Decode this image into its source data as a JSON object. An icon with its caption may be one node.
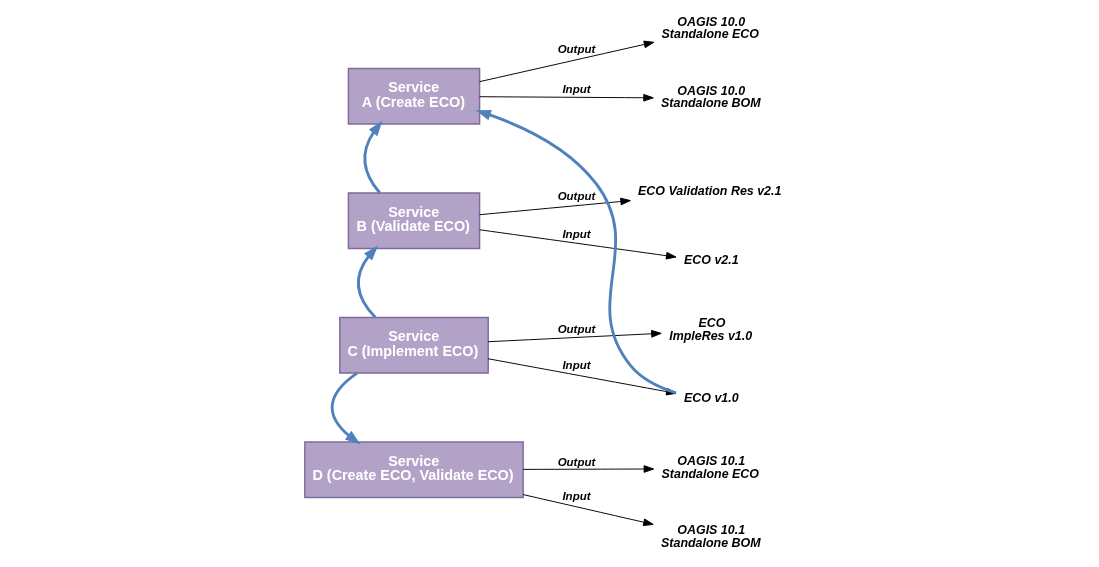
{
  "diagram": {
    "nodes": [
      {
        "text": [
          "Service A (Create ECO)"
        ]
      },
      {
        "text": [
          "OAGIS 10.0 Standalone BOM"
        ]
      },
      {
        "text": [
          "OAGIS 10.0 Standalone ECO"
        ]
      },
      {
        "text": [
          "Service B (Validate ECO)"
        ]
      },
      {
        "text": [
          "ECO v2.1"
        ]
      },
      {
        "text": [
          "ECO Validation Res v2.1"
        ]
      },
      {
        "text": [
          "Service C (Implement ECO)"
        ]
      },
      {
        "text": [
          "ECO v1.0"
        ]
      },
      {
        "text": [
          "ECO ImpleRes v1.0"
        ]
      },
      {
        "text": [
          "Service D (Create ECO, Validate ECO)"
        ]
      },
      {
        "text": [
          "OAGIS 10.1 Standalone BOM"
        ]
      },
      {
        "text": [
          "OAGIS 10.1 Standalone ECO"
        ]
      }
    ],
    "edges": [
      {
        "from": 0,
        "to": 1,
        "arrow": "to",
        "label": "Input"
      },
      {
        "from": 0,
        "to": 2,
        "arrow": "to",
        "label": "Output"
      },
      {
        "from": 3,
        "to": 4,
        "arrow": "to",
        "label": "Input"
      },
      {
        "from": 3,
        "to": 5,
        "arrow": "to",
        "label": "Output"
      },
      {
        "from": 6,
        "to": 7,
        "arrow": "to",
        "label": "Input"
      },
      {
        "from": 6,
        "to": 8,
        "arrow": "to",
        "label": "Output"
      },
      {
        "from": 9,
        "to": 10,
        "arrow": "to",
        "label": "Input"
      },
      {
        "from": 9,
        "to": 11,
        "arrow": "to",
        "label": "Output"
      },
      {
        "from": 3,
        "to": 0,
        "arrow": "to",
        "style": "thick",
        "color": "#4f81bd"
      },
      {
        "from": 7,
        "to": 0,
        "arrow": "to",
        "style": "thick",
        "color": "#4f81bd"
      },
      {
        "from": 6,
        "to": 3,
        "arrow": "to",
        "style": "thick",
        "color": "#4f81bd"
      },
      {
        "from": 6,
        "to": 9,
        "arrow": "to",
        "style": "thick",
        "color": "#4f81bd"
      }
    ]
  }
}
